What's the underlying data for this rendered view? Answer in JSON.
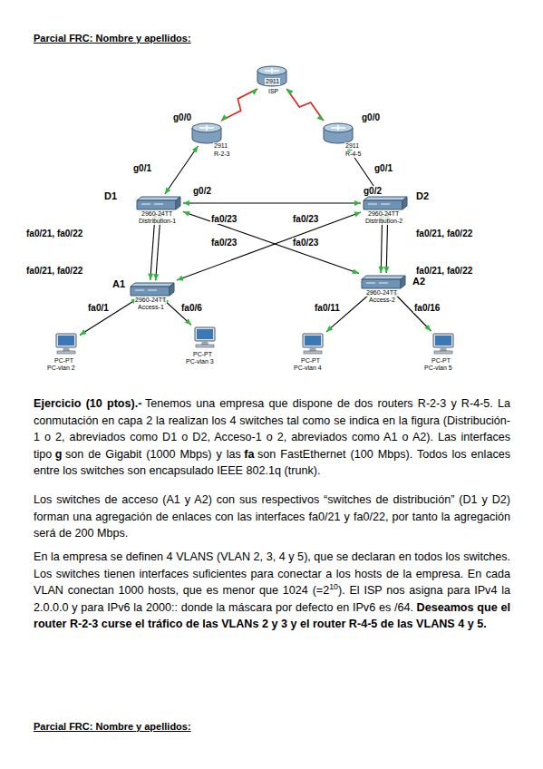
{
  "diagram": {
    "title": "Parcial FRC: Nombre y apellidos:",
    "nodes": [
      {
        "text": [
          "2911",
          "ISP"
        ]
      },
      {
        "text": [
          "2911",
          "R-2-3"
        ]
      },
      {
        "text": [
          "2911",
          "R-4-5"
        ]
      },
      {
        "text": [
          "D1",
          "2960-24TT",
          "Distribution-1"
        ]
      },
      {
        "text": [
          "D2",
          "2960-24TT",
          "Distribution-2"
        ]
      },
      {
        "text": [
          "A1",
          "2960-24TT",
          "Access-1"
        ]
      },
      {
        "text": [
          "A2",
          "2960-24TT",
          "Access-2"
        ]
      },
      {
        "text": [
          "PC-PT",
          "PC-vlan 2"
        ]
      },
      {
        "text": [
          "PC-PT",
          "PC-vlan 3"
        ]
      },
      {
        "text": [
          "PC-PT",
          "PC-vlan 4"
        ]
      },
      {
        "text": [
          "PC-PT",
          "PC-vlan 5"
        ]
      }
    ],
    "edges": [
      {
        "from": 0,
        "to": 1,
        "arrow": "both"
      },
      {
        "from": 0,
        "to": 2,
        "arrow": "both"
      },
      {
        "from": 1,
        "to": 3,
        "arrow": "both"
      },
      {
        "from": 2,
        "to": 4,
        "arrow": "both"
      },
      {
        "from": 3,
        "to": 4,
        "arrow": "both"
      },
      {
        "from": 3,
        "to": 6,
        "arrow": "both"
      },
      {
        "from": 4,
        "to": 5,
        "arrow": "both"
      },
      {
        "from": 3,
        "to": 5,
        "arrow": "both"
      },
      {
        "from": 3,
        "to": 5,
        "arrow": "both"
      },
      {
        "from": 4,
        "to": 6,
        "arrow": "both"
      },
      {
        "from": 4,
        "to": 6,
        "arrow": "both"
      },
      {
        "from": 5,
        "to": 7,
        "arrow": "both"
      },
      {
        "from": 5,
        "to": 8,
        "arrow": "both"
      },
      {
        "from": 6,
        "to": 9,
        "arrow": "both"
      },
      {
        "from": 6,
        "to": 10,
        "arrow": "both"
      }
    ],
    "labels": [
      "g0/0",
      "g0/1",
      "g0/2",
      "g0/2",
      "fa0/23",
      "fa0/23",
      "fa0/23",
      "fa0/23",
      "fa0/21, fa0/22",
      "fa0/21, fa0/22",
      "fa0/21, fa0/22",
      "fa0/21, fa0/22",
      "g0/0",
      "g0/1",
      "fa0/1",
      "fa0/6",
      "fa0/11",
      "fa0/16",
      "Ejercicio (10 ptos).-",
      "Tenemos una empresa que dispone de dos routers R-2-3 y R-4-5. La conmutación en capa 2 la realizan los 4 switches tal como se indica en la figura (Distribución-1 o 2, abreviados como D1 o D2, Acceso-1 o 2, abreviados como A1 o A2). Las interfaces tipo",
      "g",
      "son de Gigabit (1000 Mbps) y las",
      "fa",
      "son FastEthernet (100 Mbps). Todos los enlaces entre los switches son encapsulado IEEE 802.1q (trunk).",
      "Los switches de acceso (A1 y A2) con sus respectivos “switches de distribución” (D1 y D2) forman una agregación de enlaces con las interfaces fa0/21 y fa0/22, por tanto la agregación será de 200 Mbps.",
      "En la empresa se definen 4 VLANS (VLAN 2, 3, 4 y 5), que se declaran en todos los switches. Los switches tienen interfaces suficientes para conectar a los hosts de la empresa. En cada VLAN conectan 1000 hosts, que es menor que 1024 (=2",
      "10",
      "). El ISP nos asigna para IPv4 la 2.0.0.0 y para IPv6 la 2000:: donde la máscara por defecto en IPv6 es /64.",
      "Deseamos que el router R-2-3 curse el tráfico de las VLANs 2 y 3 y el router R-4-5 de las VLANS 4 y 5.",
      "Parcial FRC: Nombre y apellidos:"
    ]
  }
}
